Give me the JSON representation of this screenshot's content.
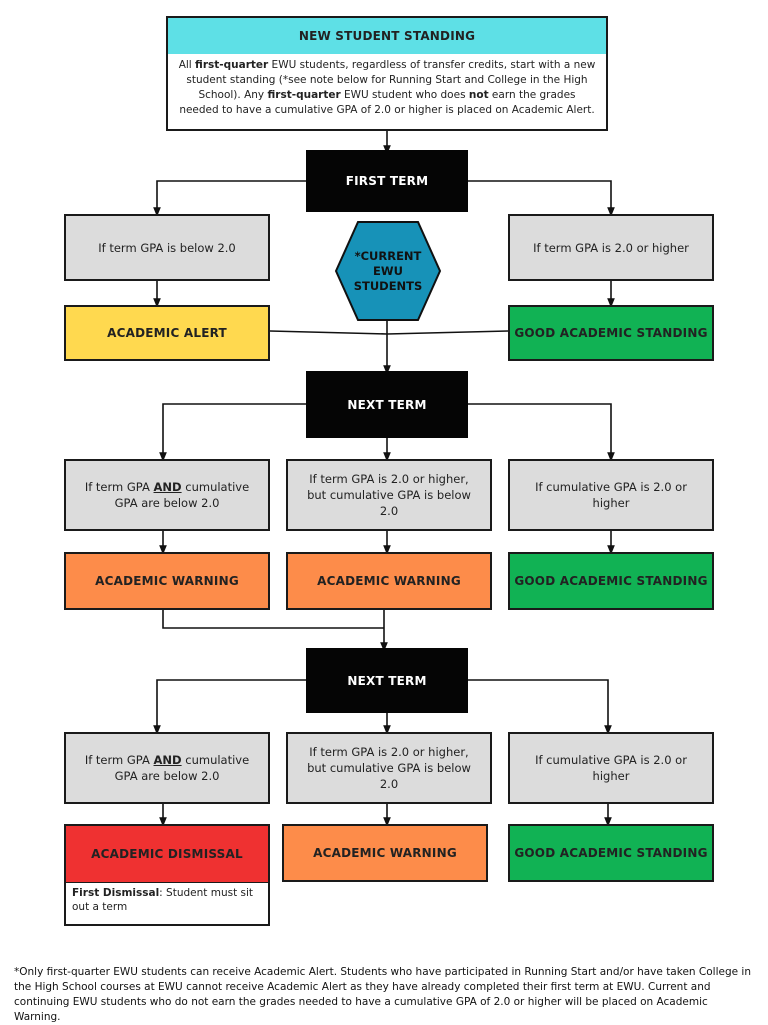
{
  "new_student": {
    "title": "NEW STUDENT STANDING",
    "body_parts": [
      "All ",
      "first-quarter",
      " EWU students, regardless of transfer credits, start with a new student standing (*see note below for Running Start and College in the High School). Any ",
      "first-quarter",
      " EWU student who does ",
      "not",
      " earn the grades needed to have a cumulative GPA of 2.0 or higher is placed on Academic Alert."
    ]
  },
  "first_term": {
    "label": "FIRST TERM",
    "left_condition": "If term GPA is below 2.0",
    "right_condition": "If term GPA is 2.0 or higher",
    "hexagon": "*CURRENT EWU STUDENTS",
    "left_result": "ACADEMIC ALERT",
    "right_result": "GOOD ACADEMIC STANDING"
  },
  "second_term": {
    "label": "NEXT TERM",
    "cond1_pre": "If term GPA ",
    "cond1_and": "AND",
    "cond1_post": " cumulative GPA are below 2.0",
    "cond2": "If term GPA is 2.0 or higher, but cumulative GPA is below 2.0",
    "cond3": "If cumulative GPA is 2.0 or higher",
    "res1": "ACADEMIC WARNING",
    "res2": "ACADEMIC WARNING",
    "res3": "GOOD ACADEMIC STANDING"
  },
  "third_term": {
    "label": "NEXT TERM",
    "cond1_pre": "If term GPA ",
    "cond1_and": "AND",
    "cond1_post": " cumulative GPA are below 2.0",
    "cond2": "If term GPA is 2.0 or higher, but cumulative GPA is below 2.0",
    "cond3": "If cumulative GPA is 2.0 or higher",
    "res1": "ACADEMIC DISMISSAL",
    "res1_note_bold": "First Dismissal",
    "res1_note_text": ": Student must sit out a term",
    "res2": "ACADEMIC WARNING",
    "res3": "GOOD ACADEMIC STANDING"
  },
  "footnote": "*Only first-quarter EWU students can receive Academic Alert. Students who have participated in Running Start and/or have taken College in the High School courses at EWU cannot receive Academic Alert as they have already completed their first term at EWU. Current and continuing EWU students who do not earn the grades needed to have a cumulative GPA of 2.0 or higher will be placed on Academic Warning.",
  "colors": {
    "title_cyan": "#5ee0e6",
    "alert_yellow": "#ffd94f",
    "good_green": "#11b254",
    "warning_orange": "#fd8c4a",
    "dismissal_red": "#ef3131",
    "hexagon_blue": "#1792b8",
    "condition_gray": "#dcdcdc"
  },
  "icons": {
    "hexagon": "hexagon-shape"
  }
}
